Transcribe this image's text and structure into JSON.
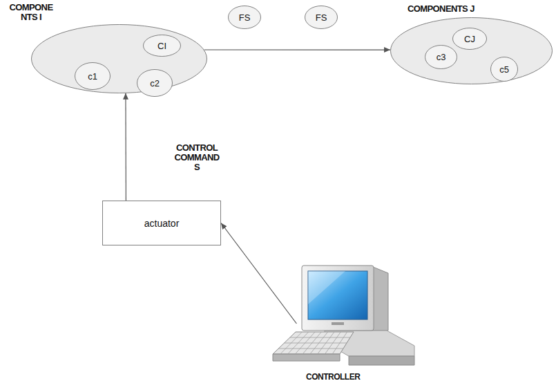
{
  "diagram": {
    "nodes": [
      {
        "text": [
          "COMPONE NTS I"
        ]
      },
      {
        "text": [
          "CI"
        ],
        "in": 0
      },
      {
        "text": [
          "c1"
        ],
        "in": 0
      },
      {
        "text": [
          "c2"
        ],
        "in": 0
      },
      {
        "text": [
          "FS"
        ]
      },
      {
        "text": [
          "FS"
        ]
      },
      {
        "text": [
          "COMPONENTS J"
        ]
      },
      {
        "text": [
          "CJ"
        ],
        "in": 6
      },
      {
        "text": [
          "c3"
        ],
        "in": 6
      },
      {
        "text": [
          "c5"
        ],
        "in": 6
      },
      {
        "text": [
          "actuator"
        ]
      },
      {
        "text": [
          "CONTROLLER"
        ]
      }
    ],
    "edges": [
      {
        "from": 0,
        "to": 6,
        "arrow": "to"
      },
      {
        "from": 10,
        "to": 0,
        "label": "CONTROL COMMAND S",
        "arrow": "to"
      },
      {
        "from": 11,
        "to": 10,
        "arrow": "to"
      }
    ]
  }
}
